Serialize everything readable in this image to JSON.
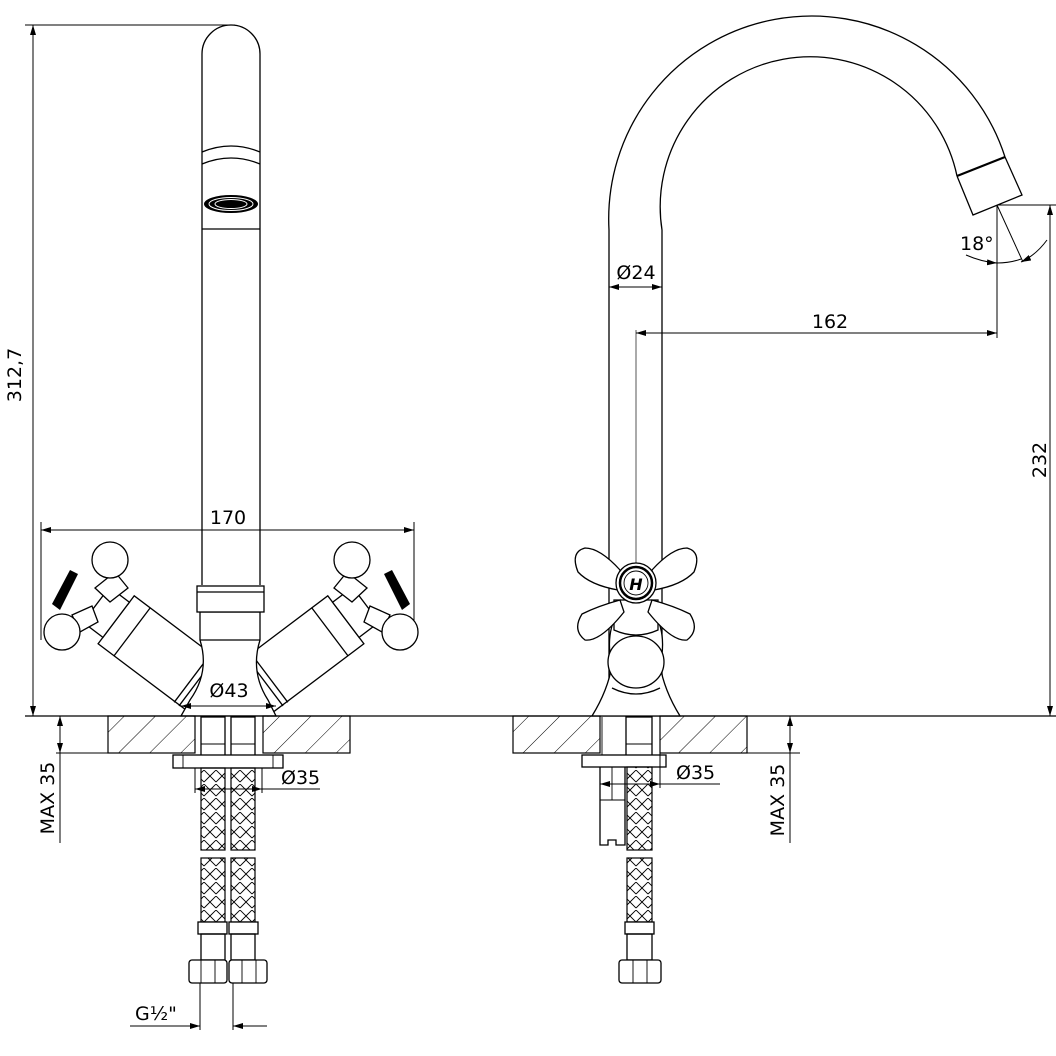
{
  "left_view": {
    "height_dim": "312,7",
    "width_dim": "170",
    "body_diameter_dim": "Ø43",
    "counter_thickness_dim": "MAX 35",
    "hole_diameter_dim": "Ø35",
    "thread_dim": "G½\""
  },
  "right_view": {
    "spout_diameter_dim": "Ø24",
    "reach_dim": "162",
    "angle_dim": "18°",
    "spout_height_dim": "232",
    "counter_thickness_dim": "MAX 35",
    "hole_diameter_dim": "Ø35",
    "handle_cap_letter": "H"
  }
}
